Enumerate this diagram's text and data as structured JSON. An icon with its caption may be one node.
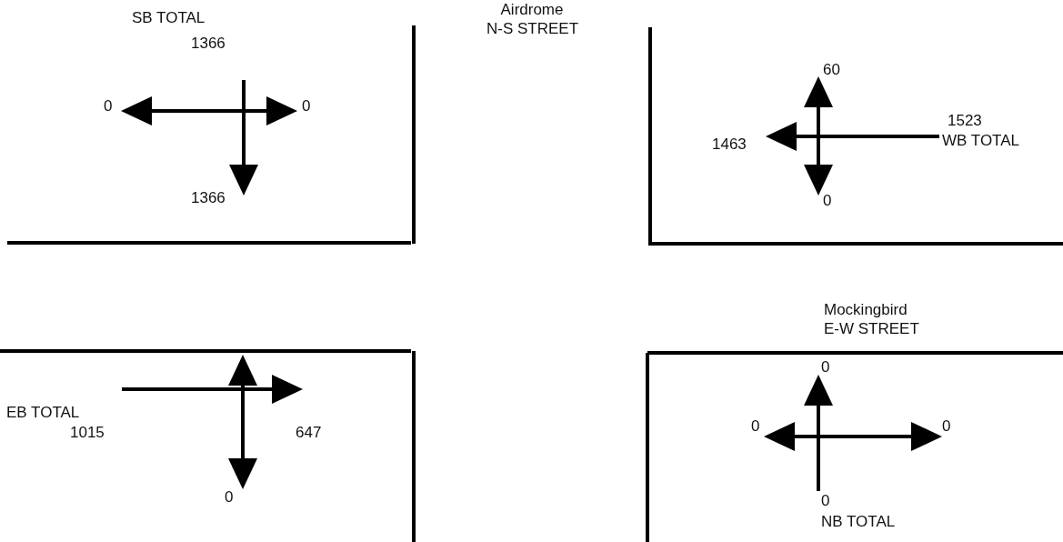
{
  "diagram": {
    "labels": [
      "SB TOTAL",
      "1366",
      "0",
      "0",
      "1366",
      "Airdrome N-S STREET",
      "60",
      "1523",
      "1463",
      "WB TOTAL",
      "0",
      "Mockingbird E-W STREET",
      "EB TOTAL",
      "1015",
      "647",
      "0",
      "0",
      "0",
      "0",
      "0",
      "NB TOTAL"
    ]
  }
}
